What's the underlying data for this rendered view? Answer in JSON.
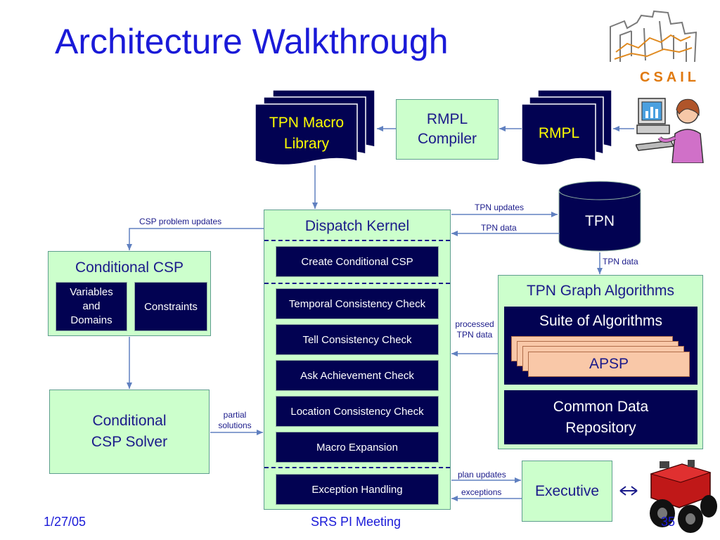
{
  "slide": {
    "title": "Architecture Walkthrough",
    "footer": {
      "date": "1/27/05",
      "meeting": "SRS PI Meeting",
      "page": "35"
    }
  },
  "logo": {
    "text": "CSAIL"
  },
  "nodes": {
    "tpn_macro_library": "TPN Macro Library",
    "rmpl_compiler": "RMPL Compiler",
    "rmpl": "RMPL",
    "tpn": "TPN",
    "dispatch_kernel": {
      "title": "Dispatch Kernel",
      "items": [
        "Create Conditional CSP",
        "Temporal Consistency Check",
        "Tell Consistency Check",
        "Ask Achievement Check",
        "Location Consistency Check",
        "Macro Expansion",
        "Exception Handling"
      ]
    },
    "conditional_csp": {
      "title": "Conditional CSP",
      "variables": "Variables and Domains",
      "constraints": "Constraints"
    },
    "conditional_csp_solver": "Conditional CSP Solver",
    "tpn_graph_algorithms": {
      "title": "TPN Graph Algorithms",
      "suite": "Suite of Algorithms",
      "top_algorithm": "APSP",
      "repository": "Common Data Repository"
    },
    "executive": "Executive"
  },
  "edges": {
    "tpn_updates": "TPN updates",
    "tpn_data_in": "TPN data",
    "tpn_data_down": "TPN data",
    "csp_problem_updates": "CSP problem updates",
    "processed_tpn_data": "processed TPN data",
    "partial_solutions": "partial solutions",
    "plan_updates": "plan updates",
    "exceptions": "exceptions"
  },
  "icons": [
    "csail-logo",
    "user-at-computer-icon",
    "robot-rover-icon"
  ],
  "colors": {
    "title": "#1a1ad8",
    "navy": "#020252",
    "green": "#ccffcc",
    "rmpl_text": "#ffff00",
    "algo": "#f9c8a8"
  }
}
